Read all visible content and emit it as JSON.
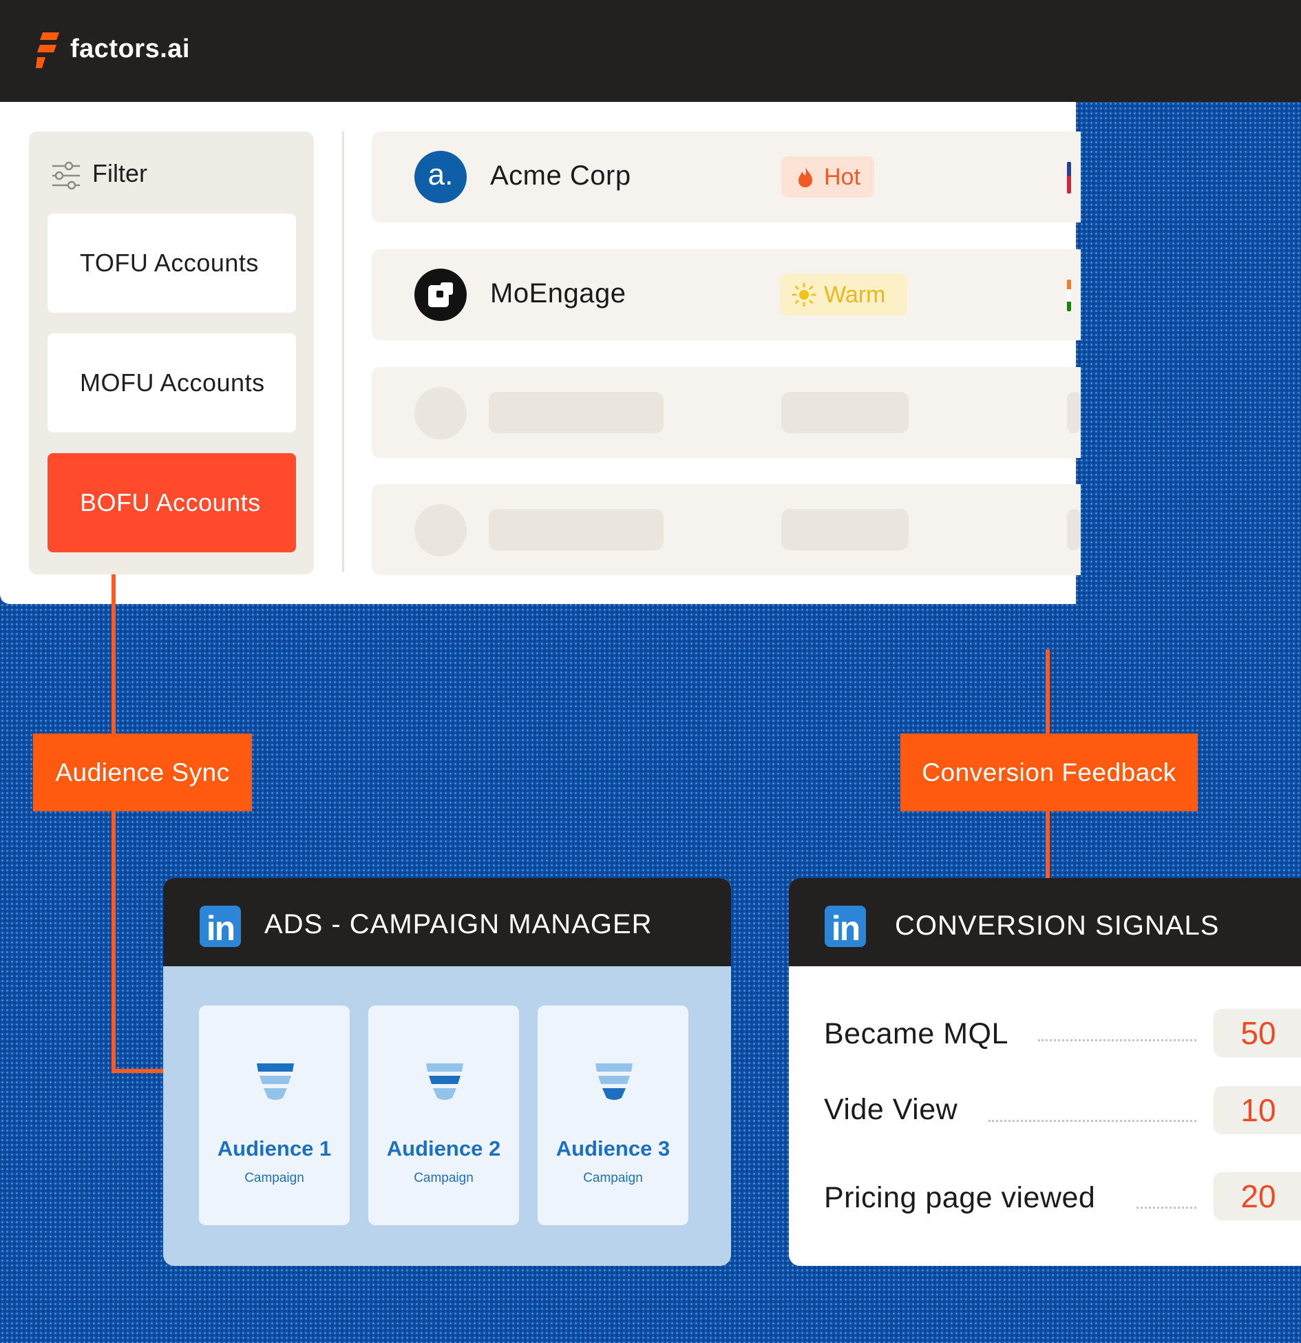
{
  "app": {
    "logo_text": "factors.ai",
    "filter_label": "Filter",
    "filters": [
      "TOFU Accounts",
      "MOFU Accounts",
      "BOFU Accounts"
    ],
    "active_filter": "BOFU Accounts",
    "accounts": [
      {
        "avatar_letter": "a.",
        "name": "Acme Corp",
        "status": "Hot",
        "status_icon": "flame-icon",
        "status_color": "#f15a24"
      },
      {
        "avatar_letter": "",
        "name": "MoEngage",
        "status": "Warm",
        "status_icon": "sun-icon",
        "status_color": "#e9b820"
      }
    ]
  },
  "tags": {
    "audience_sync": "Audience Sync",
    "conversion_feedback": "Conversion Feedback"
  },
  "ads_card": {
    "logo": "in",
    "title": "ADS - CAMPAIGN MANAGER",
    "audiences": [
      {
        "name": "Audience 1",
        "type": "Campaign",
        "highlight_tier": 1
      },
      {
        "name": "Audience 2",
        "type": "Campaign",
        "highlight_tier": 2
      },
      {
        "name": "Audience 3",
        "type": "Campaign",
        "highlight_tier": 3
      }
    ]
  },
  "signals_card": {
    "logo": "in",
    "title": "CONVERSION SIGNALS",
    "signals": [
      {
        "label": "Became MQL",
        "value": "50"
      },
      {
        "label": "Vide View",
        "value": "10"
      },
      {
        "label": "Pricing page viewed",
        "value": "20"
      }
    ]
  },
  "colors": {
    "brand_orange": "#ff5a10",
    "active_filter": "#ff4a2b",
    "linkedin_blue": "#2c85d6",
    "background_blue": "#0e4fa6"
  }
}
